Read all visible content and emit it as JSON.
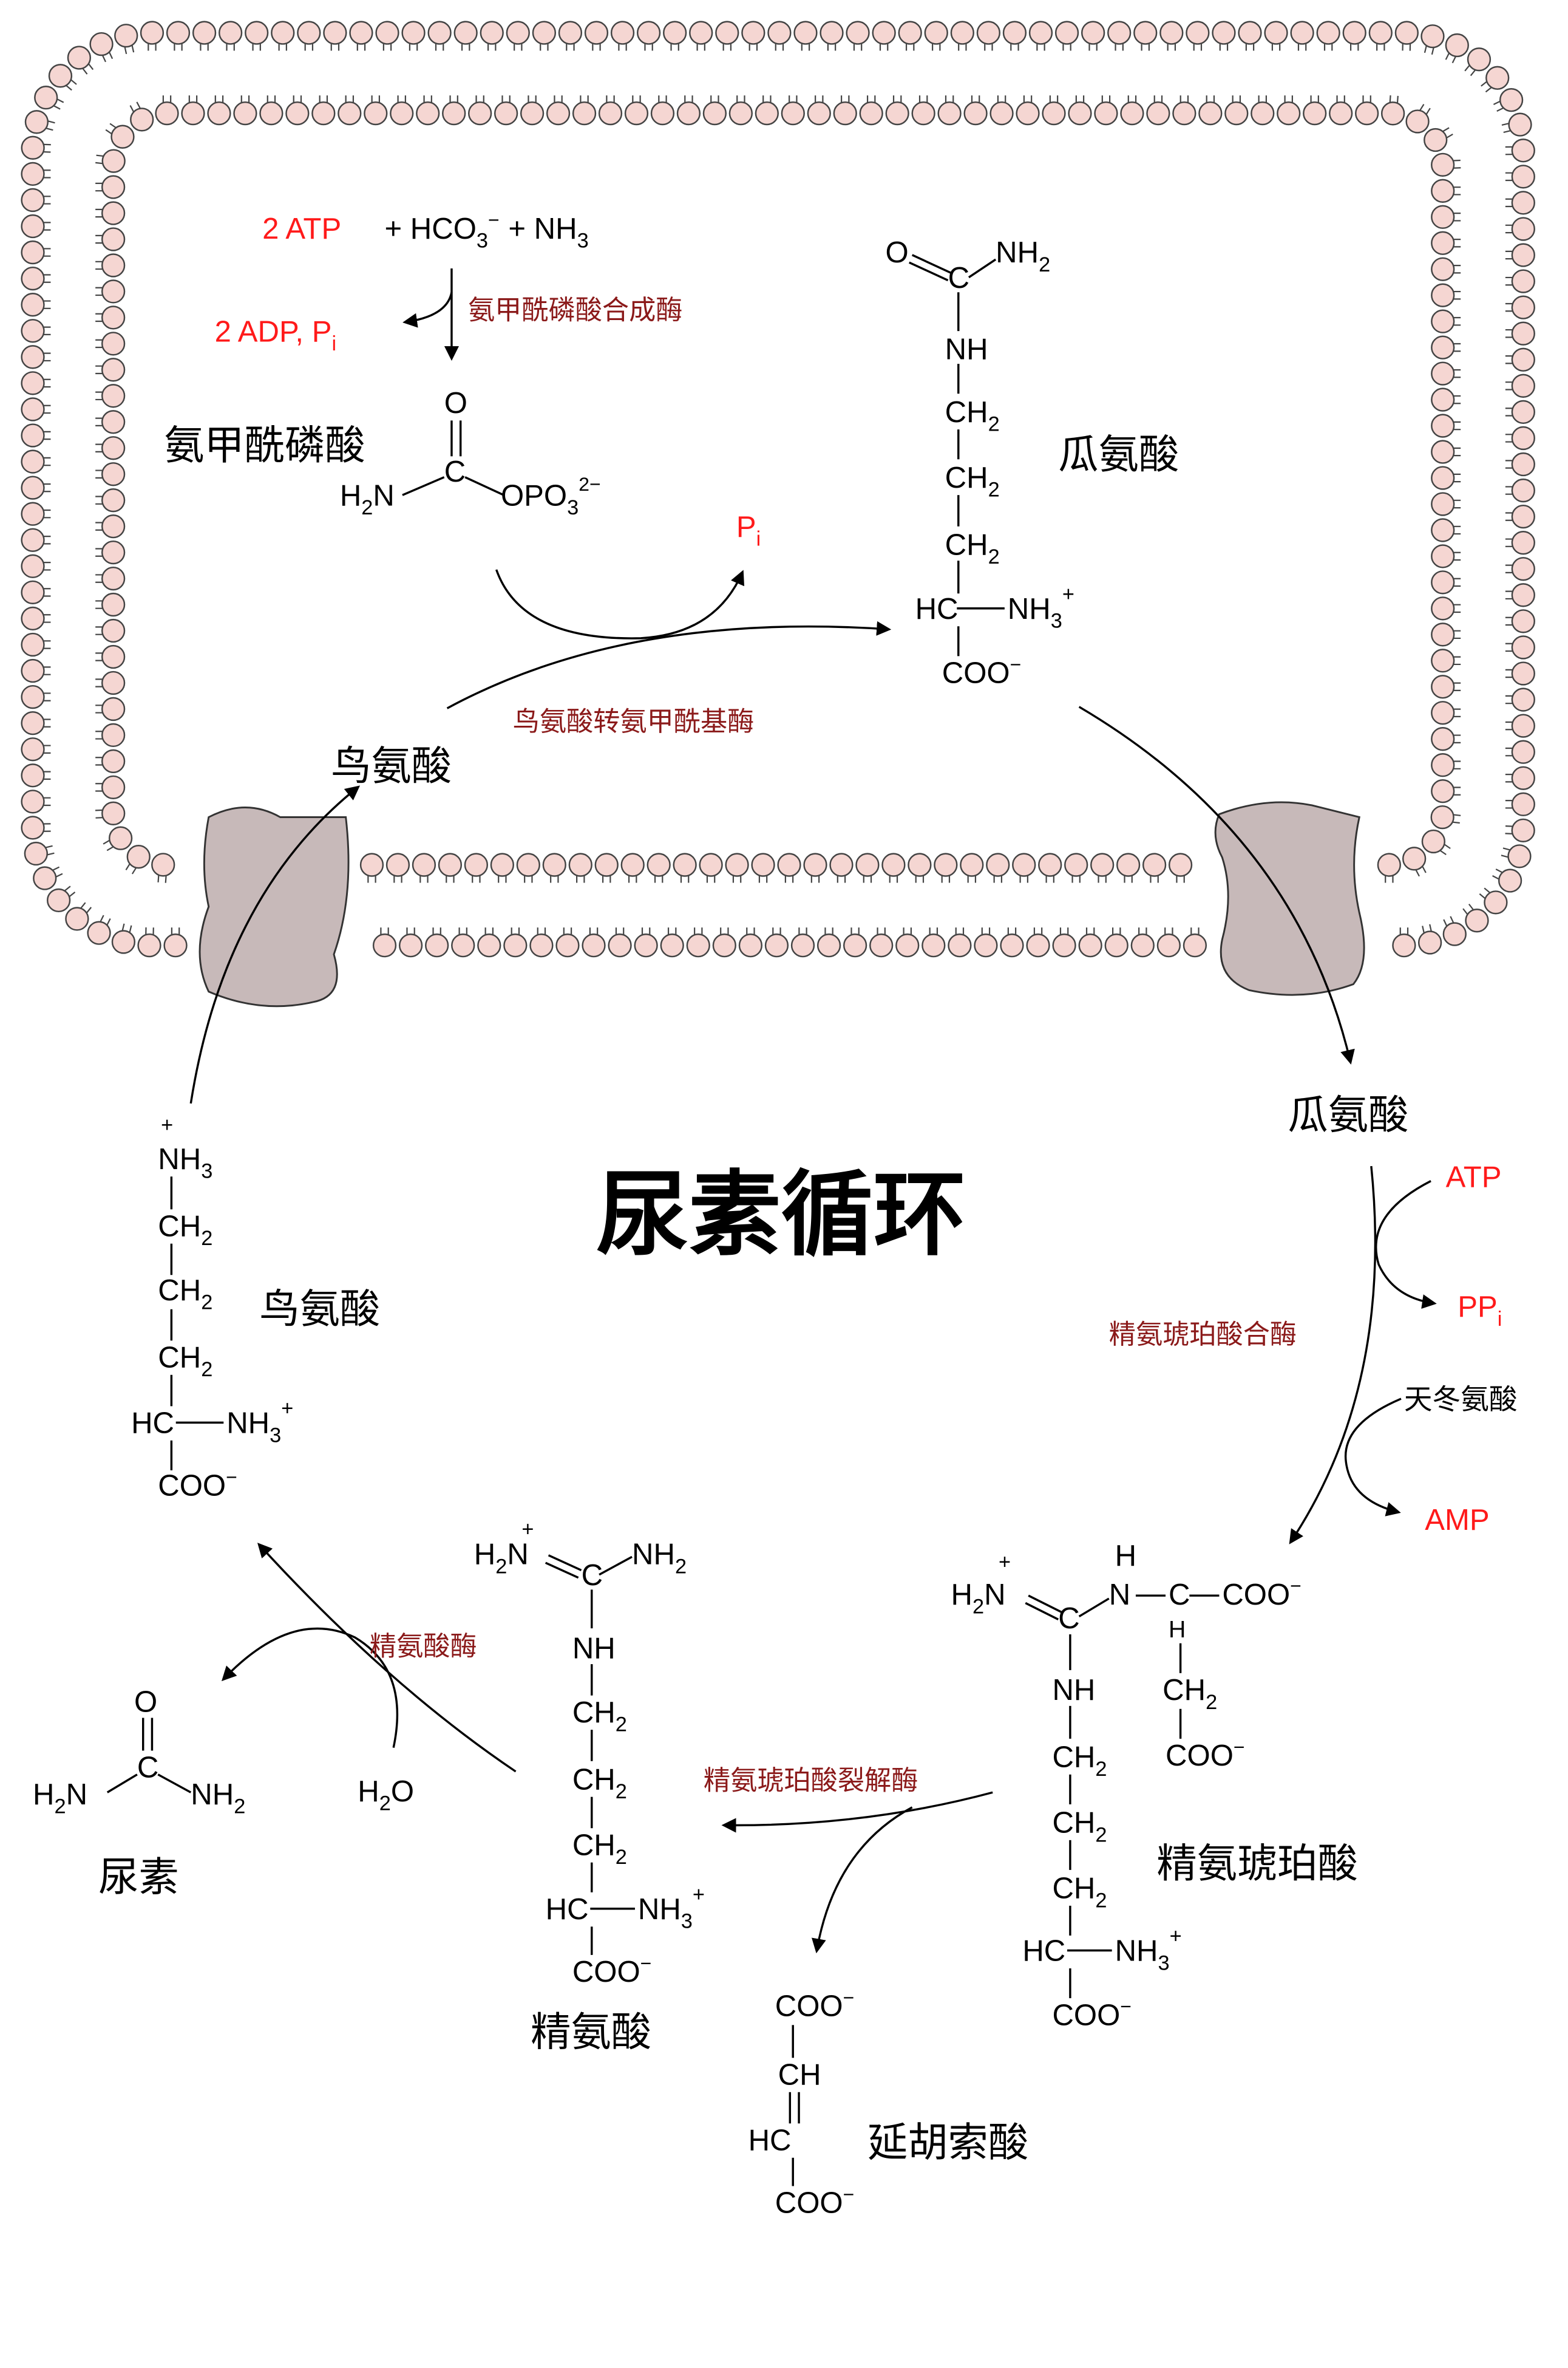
{
  "title": "尿素循环",
  "colors": {
    "red": "#ff1a1a",
    "enzyme": "#8b1a1a",
    "black": "#000000",
    "lipid_head": "#f5d6d2",
    "lipid_stroke": "#444444",
    "channel": "#c7b9b9"
  },
  "molecules": {
    "carbamoyl_phosphate": "氨甲酰磷酸",
    "citrulline_in": "瓜氨酸",
    "ornithine_in": "鸟氨酸",
    "citrulline_out": "瓜氨酸",
    "ornithine_out": "鸟氨酸",
    "argininosuccinate": "精氨琥珀酸",
    "arginine": "精氨酸",
    "fumarate": "延胡索酸",
    "urea": "尿素"
  },
  "enzymes": {
    "cps1": "氨甲酰磷酸合成酶",
    "otc": "鸟氨酸转氨甲酰基酶",
    "ass": "精氨琥珀酸合酶",
    "asl": "精氨琥珀酸裂解酶",
    "arginase": "精氨酸酶"
  },
  "reaction_labels": {
    "reactant_atp2": "2 ATP",
    "plus_hco3": "+ HCO",
    "plus_nh3": "+ NH",
    "product_adp": "2 ADP, P",
    "pi": "P",
    "atp": "ATP",
    "ppi": "PP",
    "aspartate": "天冬氨酸",
    "amp": "AMP",
    "water": "H",
    "water_o": "O"
  },
  "formula_text": {
    "sub_i": "i",
    "sub_2": "2",
    "sub_3": "3",
    "sup_minus": "−",
    "sup_plus": "+",
    "sup_2minus": "2−",
    "O": "O",
    "C": "C",
    "N": "N",
    "H": "H",
    "NH": "NH",
    "NH2": "NH",
    "H2N": "H",
    "CH": "CH",
    "HC": "HC",
    "CH2": "CH",
    "HC_NH3": "HC",
    "NH3": "NH",
    "COO": "COO",
    "OPO": "OPO"
  }
}
